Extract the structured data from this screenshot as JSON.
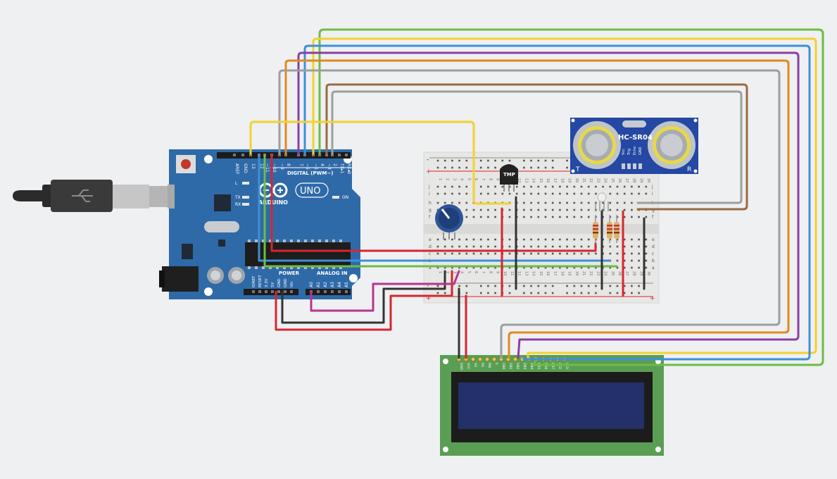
{
  "arduino": {
    "digital_label": "DIGITAL (PWM~)",
    "brand": "ARDUINO",
    "model": "UNO",
    "power_label": "POWER",
    "analog_label": "ANALOG IN",
    "led_l": "L",
    "led_tx": "TX",
    "led_rx": "RX",
    "on_label": "ON",
    "top_pins": [
      "AREF",
      "GND",
      "13",
      "12",
      "~11",
      "~10",
      "~9",
      "8",
      "7",
      "~6",
      "~5",
      "4",
      "~3",
      "2",
      "TX▸1",
      "RX◂0"
    ],
    "power_pins": [
      "IOREF",
      "RESET",
      "3.3V",
      "5V",
      "GND",
      "GND",
      "Vin"
    ],
    "analog_pins": [
      "A0",
      "A1",
      "A2",
      "A3",
      "A4",
      "A5"
    ]
  },
  "sensor": {
    "name": "HC-SR04",
    "left_mark": "T",
    "right_mark": "R",
    "pins": [
      "Vcc",
      "Trig",
      "Echo",
      "GND"
    ]
  },
  "temp_sensor": {
    "label": "TMP"
  },
  "breadboard": {
    "plus": "+",
    "minus": "-",
    "rows_top": [
      "j",
      "i",
      "h",
      "g",
      "f"
    ],
    "rows_bottom": [
      "e",
      "d",
      "c",
      "b",
      "a"
    ],
    "columns": [
      "1",
      "2",
      "3",
      "4",
      "5",
      "6",
      "7",
      "8",
      "9",
      "10",
      "11",
      "12",
      "13",
      "14",
      "15",
      "16",
      "17",
      "18",
      "19",
      "20",
      "21",
      "22",
      "23",
      "24",
      "25",
      "26",
      "27",
      "28",
      "29",
      "30"
    ]
  },
  "lcd": {
    "pins": [
      "GND",
      "VCC",
      "V0",
      "RS",
      "RW",
      "E",
      "DB0",
      "DB1",
      "DB2",
      "DB3",
      "DB4",
      "DB5",
      "DB6",
      "DB7",
      "LED",
      "LED"
    ]
  },
  "colors": {
    "background": "#eef0f2",
    "arduino_board": "#2f6aa8",
    "breadboard": "#e7e7e5",
    "sensor_board": "#2448a3",
    "lcd_board": "#5a9e54",
    "lcd_screen": "#23306a",
    "wire_yellow": "#f2d230",
    "wire_green": "#6dbd45",
    "wire_blue": "#3f8fd6",
    "wire_purple": "#8a3fa3",
    "wire_orange": "#e08a1e",
    "wire_gray": "#9e9e9e",
    "wire_brown": "#9a6a42",
    "wire_red": "#d8262e",
    "wire_black": "#333333",
    "wire_magenta": "#b8338f"
  }
}
